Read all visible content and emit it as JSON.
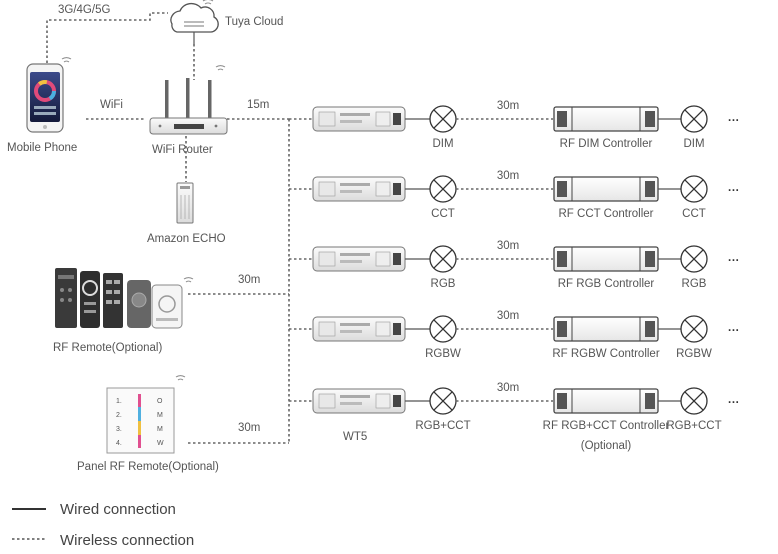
{
  "top": {
    "network_label": "3G/4G/5G",
    "cloud_label": "Tuya Cloud"
  },
  "devices": {
    "phone_label": "Mobile Phone",
    "wifi_label": "WiFi",
    "router_label": "WiFi Router",
    "echo_label": "Amazon ECHO",
    "rf_remote_label": "RF Remote(Optional)",
    "panel_remote_label": "Panel RF Remote(Optional)",
    "wt5_label": "WT5",
    "panel_rows": [
      "1.",
      "2.",
      "3.",
      "4."
    ],
    "panel_icons": [
      "O",
      "M",
      "M",
      "W"
    ]
  },
  "distances": {
    "router_to_bus": "15m",
    "rf_remote_to_bus": "30m",
    "panel_to_bus": "30m"
  },
  "rows": [
    {
      "lamp": "DIM",
      "distance": "30m",
      "controller": "RF DIM Controller",
      "end_lamp": "DIM",
      "note": ""
    },
    {
      "lamp": "CCT",
      "distance": "30m",
      "controller": "RF CCT Controller",
      "end_lamp": "CCT",
      "note": ""
    },
    {
      "lamp": "RGB",
      "distance": "30m",
      "controller": "RF RGB Controller",
      "end_lamp": "RGB",
      "note": ""
    },
    {
      "lamp": "RGBW",
      "distance": "30m",
      "controller": "RF RGBW Controller",
      "end_lamp": "RGBW",
      "note": ""
    },
    {
      "lamp": "RGB+CCT",
      "distance": "30m",
      "controller": "RF RGB+CCT Controller",
      "end_lamp": "RGB+CCT",
      "note": "(Optional)"
    }
  ],
  "ellipsis": "···",
  "legend": {
    "wired": "Wired connection",
    "wireless": "Wireless connection"
  },
  "colors": {
    "line": "#555555",
    "device_body": "#f2f2f2",
    "remote_dark": "#3a3a3a"
  }
}
